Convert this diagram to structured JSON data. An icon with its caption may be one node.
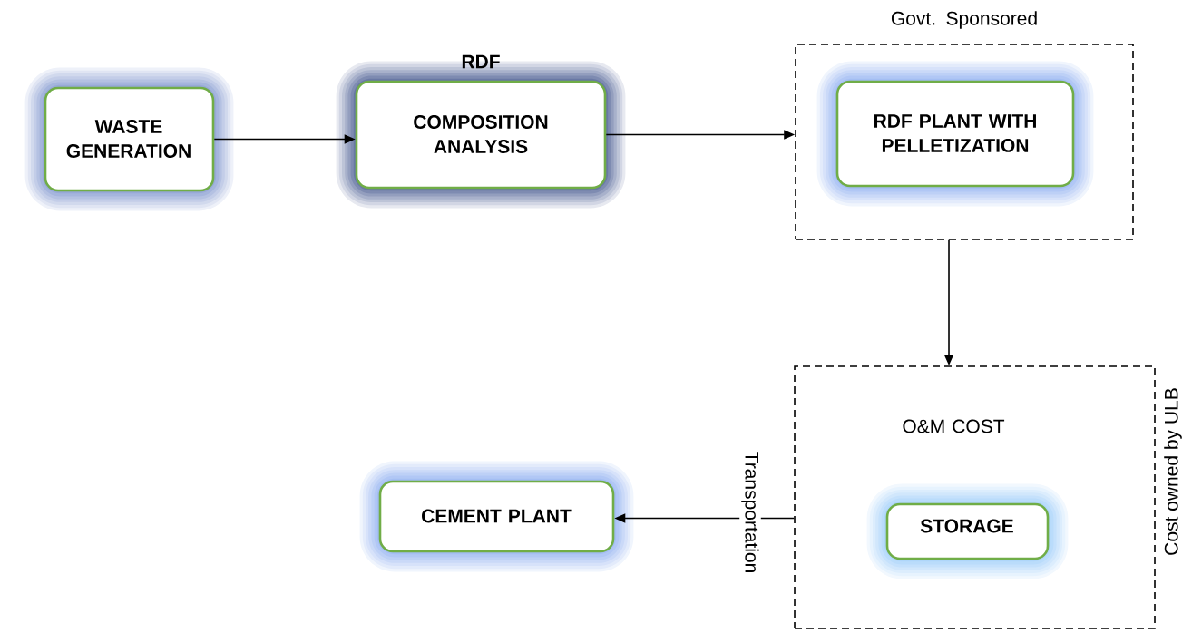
{
  "diagram": {
    "nodes": [
      {
        "text": [
          "WASTE GENERATION"
        ]
      },
      {
        "text": [
          "RDF",
          "COMPOSITION ANALYSIS"
        ]
      },
      {
        "text": [
          "Govt. Sponsored"
        ]
      },
      {
        "text": [
          "RDF PLANT WITH PELLETIZATION"
        ],
        "in": 2
      },
      {
        "text": [
          "O&M COST"
        ],
        "beside": [
          "Cost owned by ULB"
        ]
      },
      {
        "text": [
          "STORAGE"
        ],
        "in": 4
      },
      {
        "text": [
          "CEMENT PLANT"
        ]
      }
    ],
    "edges": [
      {
        "from": 0,
        "to": 1,
        "arrow": "to"
      },
      {
        "from": 1,
        "to": 2,
        "arrow": "to"
      },
      {
        "from": 2,
        "to": 4,
        "arrow": "to"
      },
      {
        "from": 4,
        "to": 6,
        "arrow": "to",
        "label": "Transportation"
      }
    ]
  }
}
